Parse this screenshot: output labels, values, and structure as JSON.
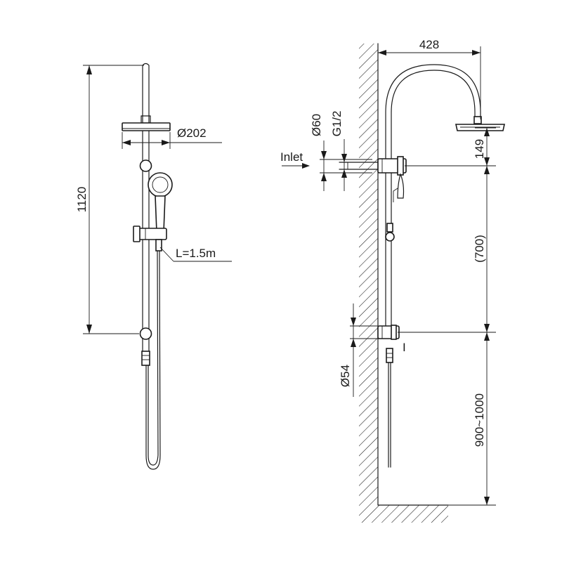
{
  "diagram": {
    "front_view": {
      "height_dim": "1120",
      "head_diameter": "Ø202",
      "hose_length": "L=1.5m"
    },
    "side_view": {
      "arm_reach": "428",
      "inlet_label": "Inlet",
      "inlet_diameter": "Ø60",
      "thread_size": "G1/2",
      "head_drop": "149",
      "bracket_spacing": "(700)",
      "bracket_diameter": "Ø54",
      "mount_height": "900~1000",
      "bracket_mark": "I"
    },
    "colors": {
      "line": "#1a1a1a",
      "background": "#ffffff"
    }
  }
}
